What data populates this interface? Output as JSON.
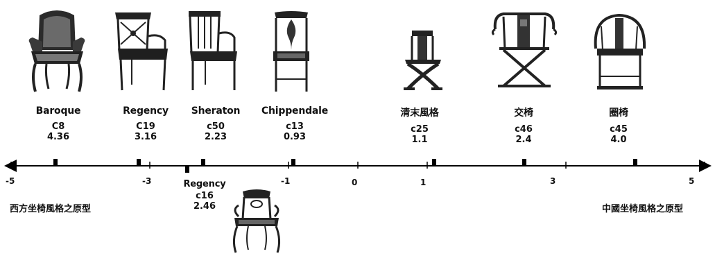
{
  "axis": {
    "ticks": [
      {
        "value": -5,
        "label": "-5"
      },
      {
        "value": -3,
        "label": "-3"
      },
      {
        "value": -1,
        "label": "-1"
      },
      {
        "value": 0,
        "label": "0"
      },
      {
        "value": 1,
        "label": "1"
      },
      {
        "value": 3,
        "label": "3"
      },
      {
        "value": 5,
        "label": "5"
      }
    ],
    "left_end_label": "西方坐椅風格之原型",
    "right_end_label": "中國坐椅風格之原型"
  },
  "chairs": [
    {
      "name": "Baroque",
      "code": "C8",
      "score": "4.36",
      "value": -4.36
    },
    {
      "name": "Regency",
      "code": "C19",
      "score": "3.16",
      "value": -3.16
    },
    {
      "name": "Sheraton",
      "code": "c50",
      "score": "2.23",
      "value": -2.23
    },
    {
      "name": "Chippendale",
      "code": "c13",
      "score": "0.93",
      "value": -0.93
    },
    {
      "name": "清末風格",
      "code": "c25",
      "score": "1.1",
      "value": 1.1
    },
    {
      "name": "交椅",
      "code": "c46",
      "score": "2.4",
      "value": 2.4
    },
    {
      "name": "圈椅",
      "code": "c45",
      "score": "4.0",
      "value": 4.0
    }
  ],
  "below_chair": {
    "name": "Regency",
    "code": "c16",
    "score": "2.46",
    "value": -2.46
  }
}
